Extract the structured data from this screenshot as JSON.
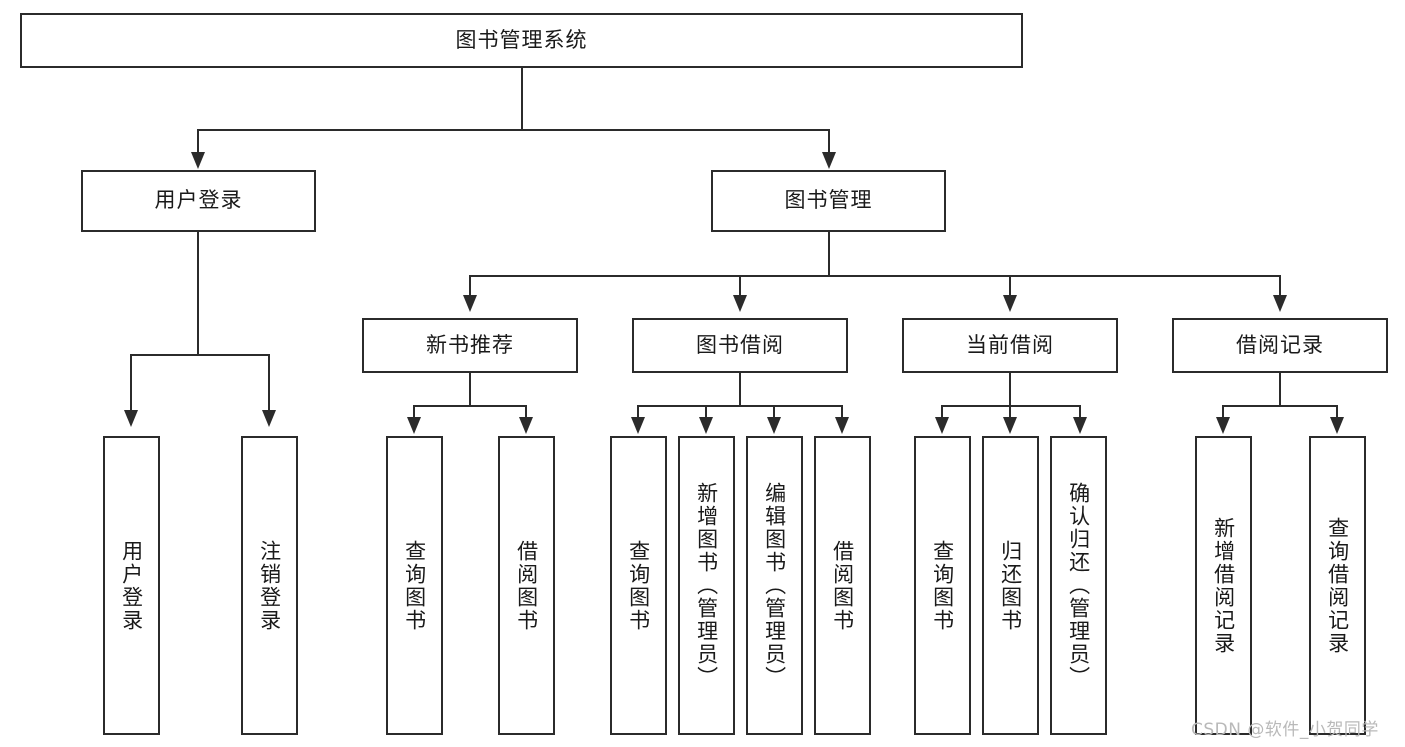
{
  "diagram": {
    "title_node": {
      "label": "图书管理系统"
    },
    "level1": [
      {
        "id": "user-login",
        "label": "用户登录"
      },
      {
        "id": "book-manage",
        "label": "图书管理"
      }
    ],
    "level2": [
      {
        "id": "new-book-recommend",
        "label": "新书推荐"
      },
      {
        "id": "book-borrow",
        "label": "图书借阅"
      },
      {
        "id": "current-borrow",
        "label": "当前借阅"
      },
      {
        "id": "borrow-record",
        "label": "借阅记录"
      }
    ],
    "leaves": {
      "user_login": [
        {
          "id": "leaf-user-login",
          "label": "用户登录"
        },
        {
          "id": "leaf-logout",
          "label": "注销登录"
        }
      ],
      "new_book_recommend": [
        {
          "id": "leaf-query-book-1",
          "label": "查询图书"
        },
        {
          "id": "leaf-borrow-book-1",
          "label": "借阅图书"
        }
      ],
      "book_borrow": [
        {
          "id": "leaf-query-book-2",
          "label": "查询图书"
        },
        {
          "id": "leaf-add-book",
          "label": "新增图书（管理员）"
        },
        {
          "id": "leaf-edit-book",
          "label": "编辑图书（管理员）"
        },
        {
          "id": "leaf-borrow-book-2",
          "label": "借阅图书"
        }
      ],
      "current_borrow": [
        {
          "id": "leaf-query-book-3",
          "label": "查询图书"
        },
        {
          "id": "leaf-return-book",
          "label": "归还图书"
        },
        {
          "id": "leaf-confirm-return",
          "label": "确认归还（管理员）"
        }
      ],
      "borrow_record": [
        {
          "id": "leaf-add-record",
          "label": "新增借阅记录"
        },
        {
          "id": "leaf-query-record",
          "label": "查询借阅记录"
        }
      ]
    }
  },
  "watermark": {
    "text": "CSDN @软件_小贺同学"
  },
  "colors": {
    "stroke": "#2b2b2b",
    "background": "#ffffff",
    "text": "#1a1a1a",
    "watermark": "#b9b9b9"
  }
}
